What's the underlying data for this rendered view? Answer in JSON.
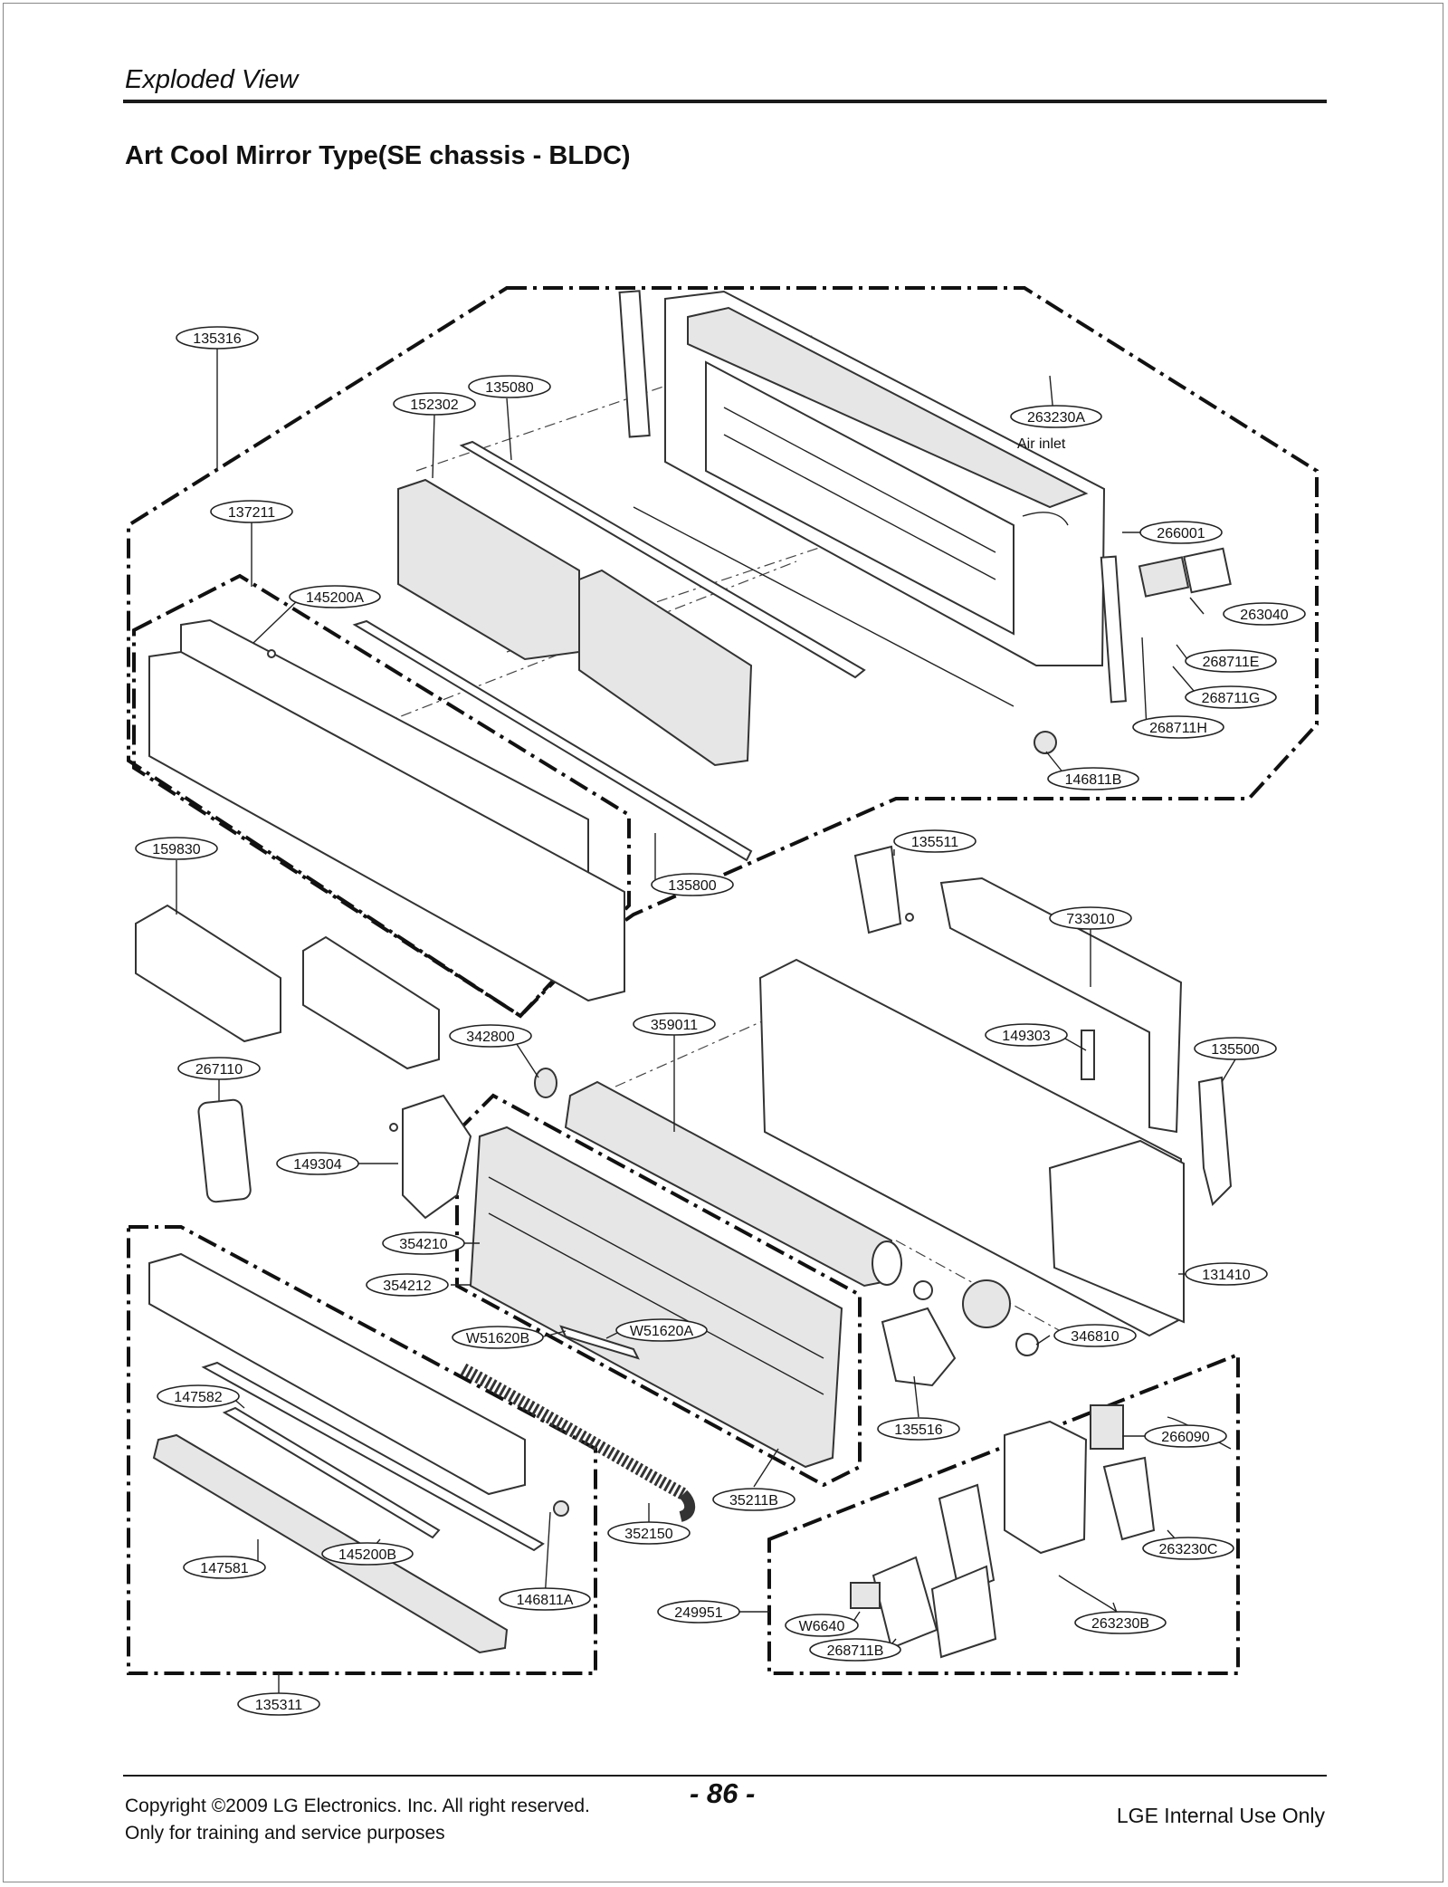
{
  "header": {
    "section_title": "Exploded View",
    "diagram_title": "Art Cool Mirror Type(SE chassis - BLDC)"
  },
  "parts": {
    "p135316": "135316",
    "p152302": "152302",
    "p135080": "135080",
    "p263230A": "263230A",
    "air_inlet": "Air inlet",
    "p137211": "137211",
    "p266001": "266001",
    "p145200A": "145200A",
    "p263040": "263040",
    "p268711E": "268711E",
    "p268711G": "268711G",
    "p268711H": "268711H",
    "p146811B": "146811B",
    "p135511": "135511",
    "p159830": "159830",
    "p135800": "135800",
    "p733010": "733010",
    "p342800": "342800",
    "p359011": "359011",
    "p149303": "149303",
    "p135500": "135500",
    "p267110": "267110",
    "p149304": "149304",
    "p354210": "354210",
    "p131410": "131410",
    "p354212": "354212",
    "pW51620B": "W51620B",
    "pW51620A": "W51620A",
    "p346810": "346810",
    "p147582": "147582",
    "p135516": "135516",
    "p266090": "266090",
    "p35211B": "35211B",
    "p352150": "352150",
    "p263230C": "263230C",
    "p147581": "147581",
    "p145200B": "145200B",
    "p146811A": "146811A",
    "p249951": "249951",
    "pW6640": "W6640",
    "p263230B": "263230B",
    "p268711B": "268711B",
    "p135311": "135311"
  },
  "footer": {
    "copyright": "Copyright ©2009 LG Electronics. Inc. All right reserved.",
    "training": "Only for training and service purposes",
    "page_number": "- 86 -",
    "internal": "LGE Internal Use Only"
  }
}
